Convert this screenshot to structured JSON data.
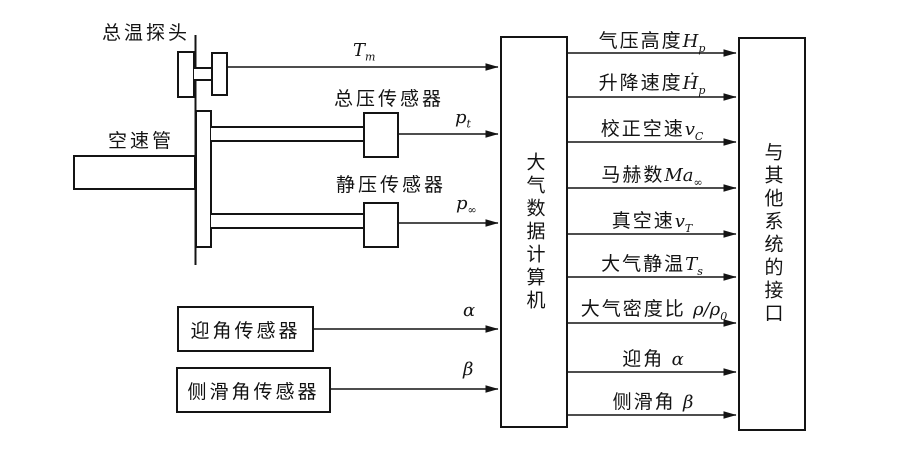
{
  "diagram": {
    "labels": {
      "probe": "总温探头",
      "pitot": "空速管",
      "total_pressure_sensor": "总压传感器",
      "static_pressure_sensor": "静压传感器"
    },
    "sensor_boxes": {
      "aoa": "迎角传感器",
      "sideslip": "侧滑角传感器"
    },
    "blocks": {
      "adc": "大气数据计算机",
      "interface": "与其他系统的接口"
    },
    "inputs": [
      {
        "var": "T",
        "sub": "m"
      },
      {
        "var": "p",
        "sub": "t"
      },
      {
        "var": "p",
        "sub": "∞"
      },
      {
        "var": "α",
        "sub": ""
      },
      {
        "var": "β",
        "sub": ""
      }
    ],
    "outputs": [
      {
        "cn": "气压高度",
        "var": "H",
        "sub": "p"
      },
      {
        "cn": "升降速度",
        "var": "Ḣ",
        "sub": "p"
      },
      {
        "cn": "校正空速",
        "var": "v",
        "sub": "C"
      },
      {
        "cn": "马赫数",
        "var": "Ma",
        "sub": "∞"
      },
      {
        "cn": "真空速",
        "var": "v",
        "sub": "T"
      },
      {
        "cn": "大气静温",
        "var": "T",
        "sub": "s"
      },
      {
        "cn": "大气密度比 ",
        "var": "ρ/ρ",
        "sub": "0"
      },
      {
        "cn": "迎角 ",
        "var": "α",
        "sub": ""
      },
      {
        "cn": "侧滑角 ",
        "var": "β",
        "sub": ""
      }
    ]
  }
}
